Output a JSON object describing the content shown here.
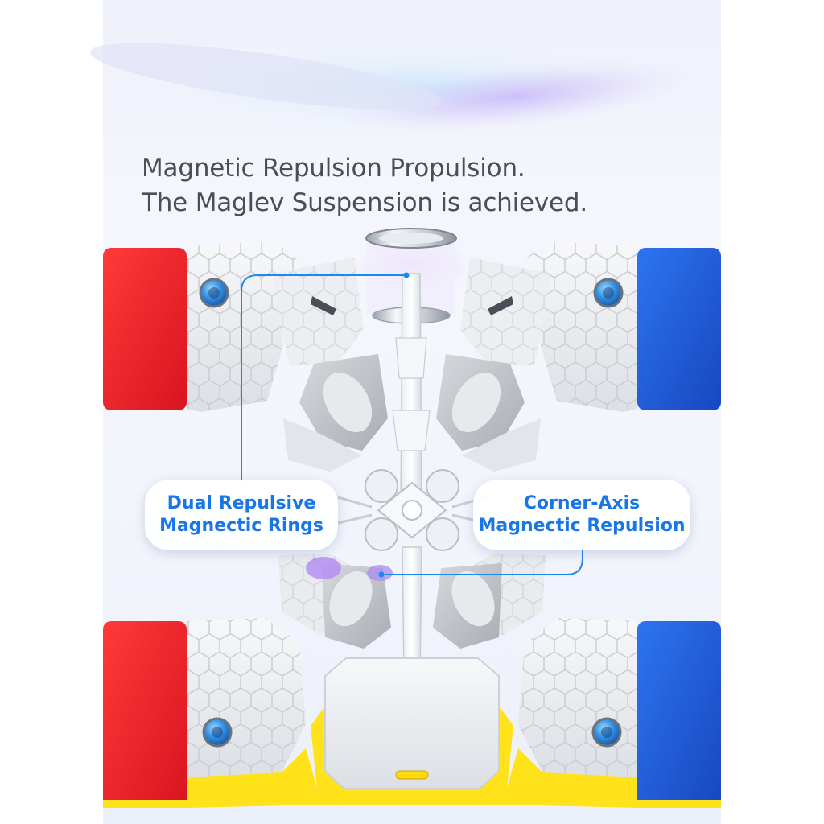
{
  "headline": {
    "line1": "Magnetic Repulsion Propulsion.",
    "line2": "The Maglev Suspension is achieved."
  },
  "callouts": [
    {
      "line1": "Dual Repulsive",
      "line2": "Magnectic Rings"
    },
    {
      "line1": "Corner-Axis",
      "line2": "Magnectic Repulsion"
    }
  ],
  "colors": {
    "sticker_red": "#e8232c",
    "sticker_blue": "#1f5fd8",
    "callout_text": "#1976e6",
    "headline_text": "#4a4f57",
    "base_yellow": "#ffe21a",
    "magnet_blue": "#2f8fe0"
  }
}
